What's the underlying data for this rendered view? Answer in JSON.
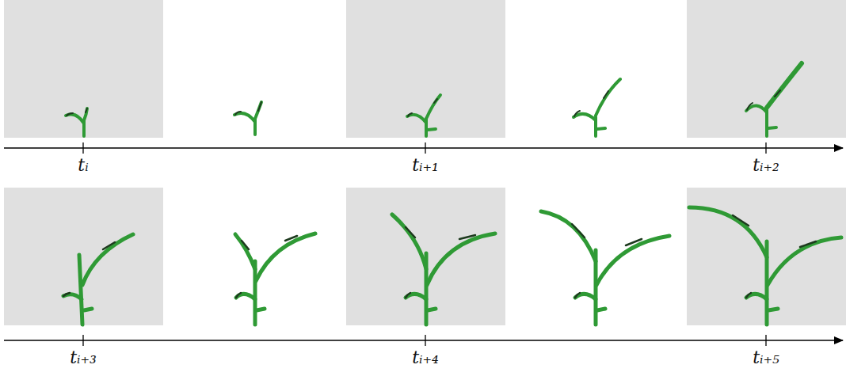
{
  "diagram": {
    "labels": [
      "tᵢ",
      "tᵢ₊₁",
      "tᵢ₊₂",
      "tᵢ₊₃",
      "tᵢ₊₄",
      "tᵢ₊₅"
    ]
  }
}
